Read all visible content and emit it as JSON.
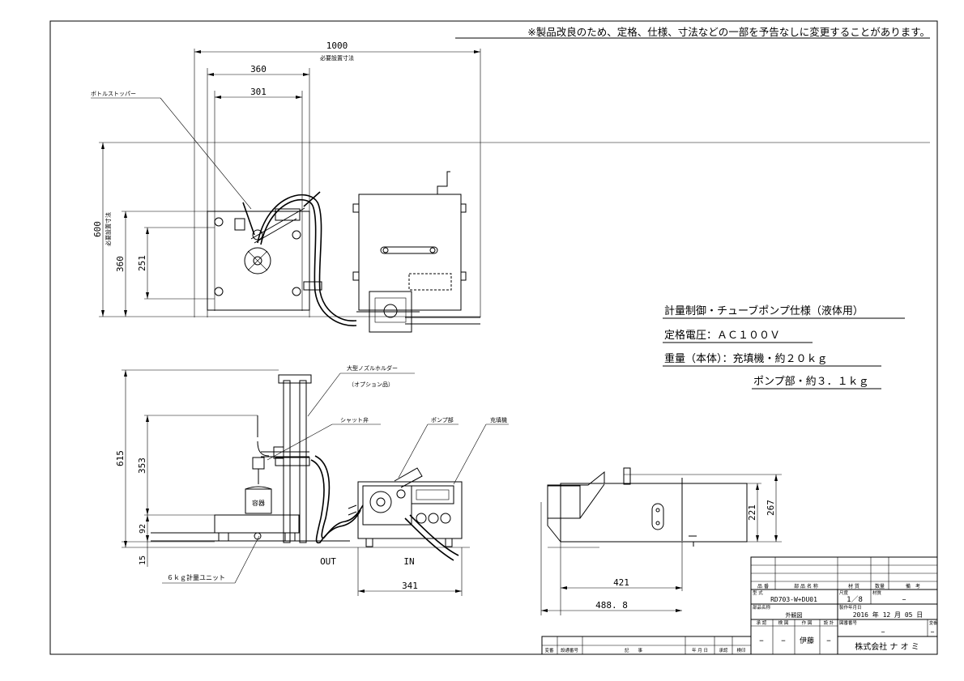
{
  "notice": "※製品改良のため、定格、仕様、寸法などの一部を予告なしに変更することがあります。",
  "spec": {
    "line1": "計量制御・チューブポンプ仕様（液体用）",
    "line2": "定格電圧：ＡＣ１００Ｖ",
    "line3": "重量（本体）：充填機・約２０ｋｇ",
    "line4": "ポンプ部・約３．１ｋｇ"
  },
  "top_view": {
    "dim_1000": "1000",
    "dim_1000_note": "必要設置寸法",
    "dim_360": "360",
    "dim_301": "301",
    "dim_600": "600",
    "dim_600_note": "必要設置寸法",
    "dim_360v": "360",
    "dim_251": "251",
    "label_bottle_stopper": "ボトルストッパー"
  },
  "front_view": {
    "label_nozzle_holder": "大型ノズルホルダー",
    "label_option": "（オプション品）",
    "label_shut_valve": "シャット弁",
    "label_pump": "ポンプ部",
    "label_filler": "充填機",
    "label_container": "容器",
    "label_scale_unit": "６ｋｇ計量ユニット",
    "label_out": "OUT",
    "label_in": "IN",
    "dim_615": "615",
    "dim_353": "353",
    "dim_92": "92",
    "dim_15": "15",
    "dim_341": "341"
  },
  "side_view": {
    "dim_221": "221",
    "dim_267": "267",
    "dim_421": "421",
    "dim_4888": "488. 8"
  },
  "title_block": {
    "h_item_no": "品 番",
    "h_part_name": "部 品 名 称",
    "h_material": "材 質",
    "h_qty": "数量",
    "h_remarks": "備　考",
    "h_model": "型 式",
    "model": "RD703-W+DU01",
    "h_scale": "尺度",
    "scale": "1／8",
    "h_material2": "材質",
    "material": "−",
    "h_product_name": "部品名称",
    "product_name": "外観図",
    "h_date": "製作年月日",
    "date": "2016 年 12 月 05 日",
    "h_approve": "承 認",
    "h_check": "検 図",
    "h_drawn": "作 図",
    "h_design": "設 計",
    "h_drawing_no": "図番番号",
    "drawing_no": "−",
    "h_revision": "変番",
    "revision": "−",
    "approve": "−",
    "check": "−",
    "drawn": "伊藤",
    "design": "−",
    "company": "株式会社 ナ オ ミ",
    "rev_change": "変番",
    "rev_design_no": "設通番号",
    "rev_note": "記　　事",
    "rev_date": "年 月 日",
    "rev_approve": "承認",
    "rev_check": "検印"
  }
}
